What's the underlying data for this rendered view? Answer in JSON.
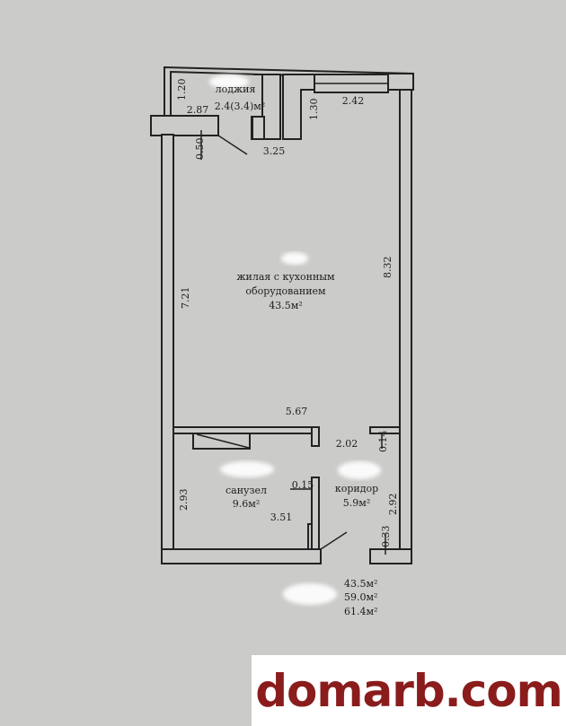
{
  "plan": {
    "loggia": {
      "name": "лоджия",
      "area": "2.4(3.4)м²",
      "dims": [
        "1.20",
        "2.87",
        "1.30",
        "2.42",
        "0.50",
        "3.25"
      ]
    },
    "living": {
      "name_line1": "жилая с кухонным",
      "name_line2": "оборудованием",
      "area": "43.5м²",
      "dims": [
        "7.21",
        "8.32",
        "5.67"
      ]
    },
    "bathroom": {
      "name": "санузел",
      "area": "9.6м²",
      "dims": [
        "2.93",
        "0.15",
        "3.51"
      ]
    },
    "corridor": {
      "name": "коридор",
      "area": "5.9м²",
      "dims": [
        "2.02",
        "0.14",
        "2.92",
        "0.33"
      ]
    },
    "totals": [
      "43.5м²",
      "59.0м²",
      "61.4м²"
    ]
  },
  "watermark": "domarb.com"
}
